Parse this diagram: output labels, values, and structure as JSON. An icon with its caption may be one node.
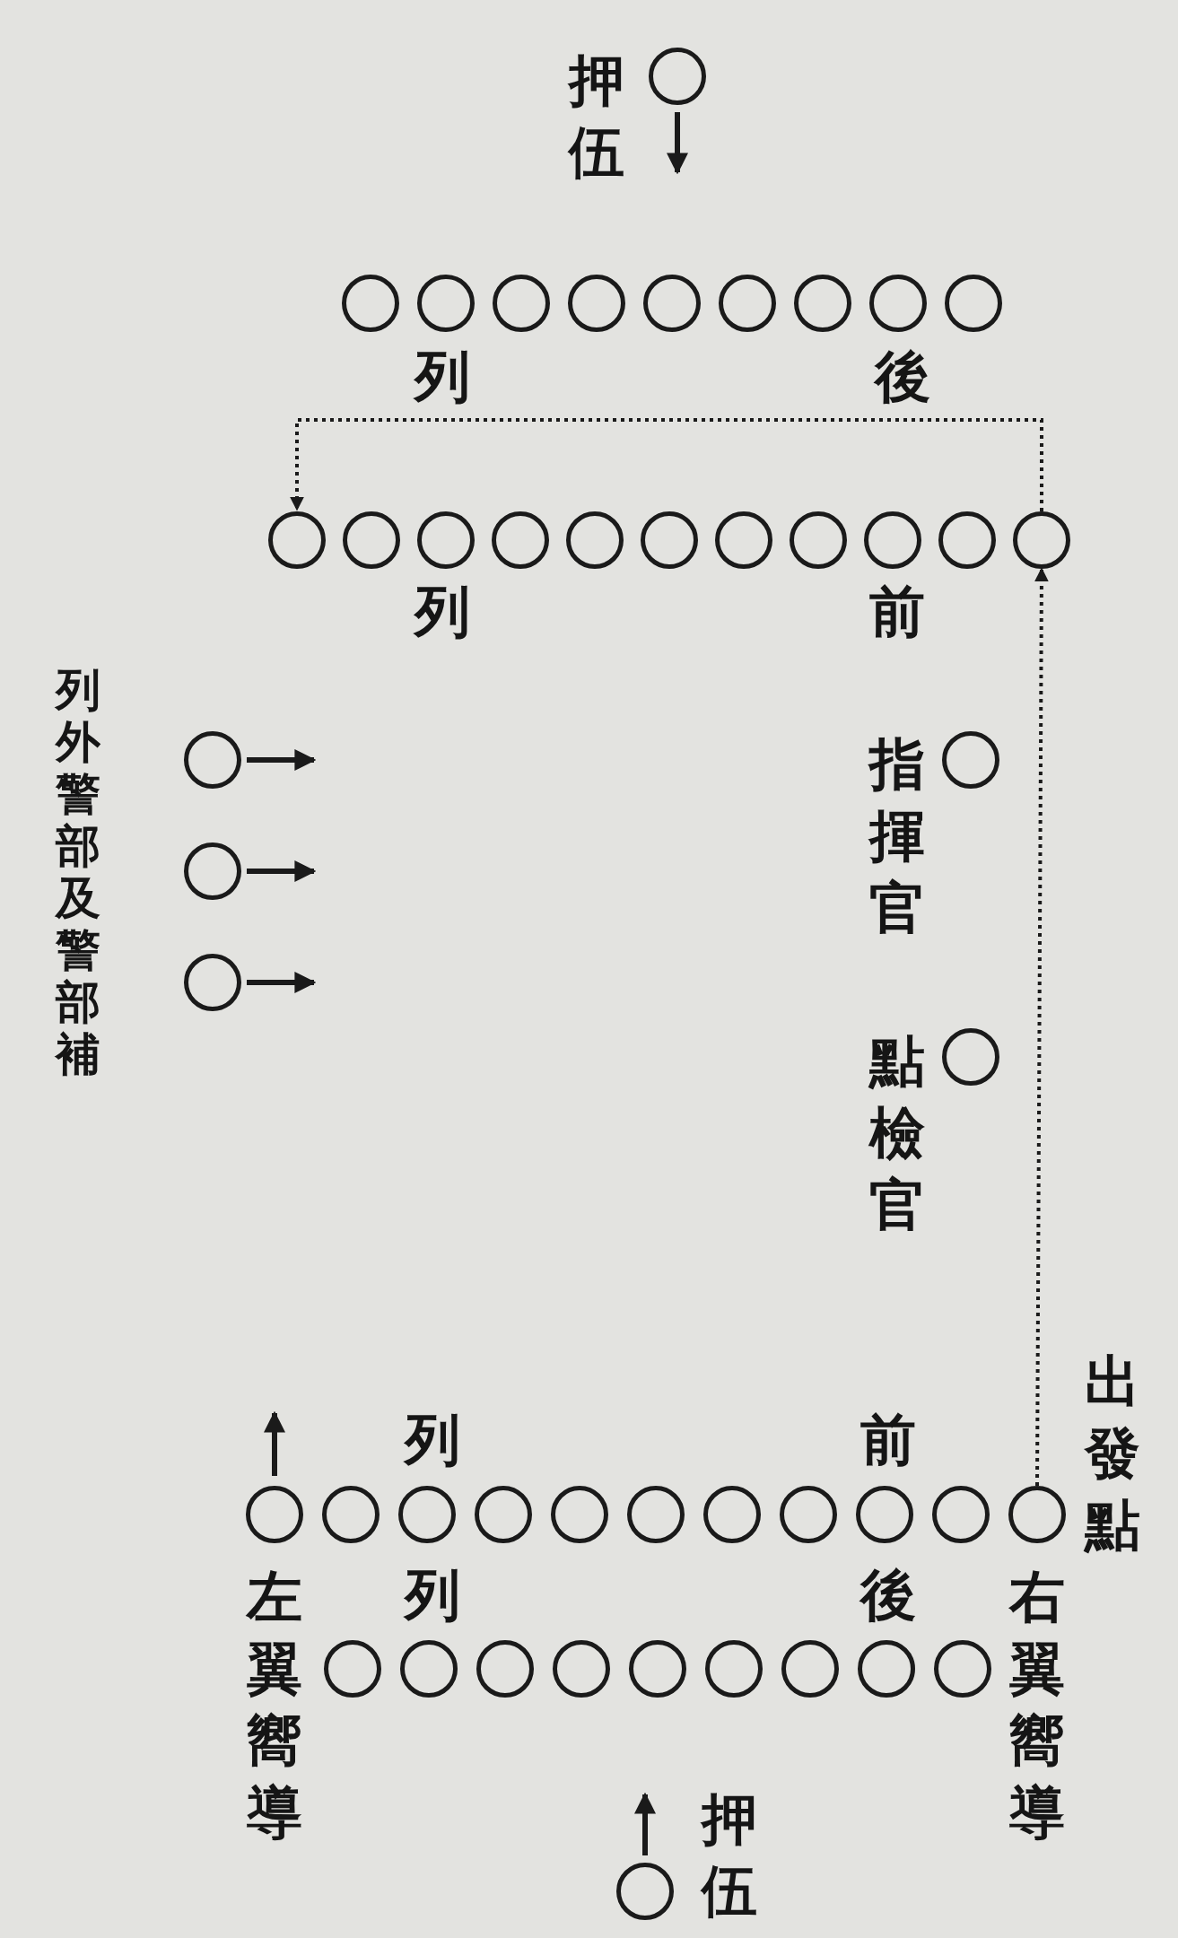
{
  "diagram": {
    "nodes": [
      {
        "text": [],
        "shape": "circle",
        "beside": [
          "押伍"
        ]
      },
      {
        "text": [],
        "shape": "circle"
      },
      {
        "text": [],
        "shape": "circle"
      },
      {
        "text": [],
        "shape": "circle"
      },
      {
        "text": [],
        "shape": "circle"
      },
      {
        "text": [],
        "shape": "circle"
      },
      {
        "text": [],
        "shape": "circle"
      },
      {
        "text": [],
        "shape": "circle"
      },
      {
        "text": [],
        "shape": "circle"
      },
      {
        "text": [],
        "shape": "circle"
      },
      {
        "text": [],
        "shape": "circle"
      },
      {
        "text": [],
        "shape": "circle"
      },
      {
        "text": [],
        "shape": "circle"
      },
      {
        "text": [],
        "shape": "circle"
      },
      {
        "text": [],
        "shape": "circle"
      },
      {
        "text": [],
        "shape": "circle"
      },
      {
        "text": [],
        "shape": "circle"
      },
      {
        "text": [],
        "shape": "circle"
      },
      {
        "text": [],
        "shape": "circle"
      },
      {
        "text": [],
        "shape": "circle"
      },
      {
        "text": [],
        "shape": "circle"
      },
      {
        "text": [],
        "shape": "circle"
      },
      {
        "text": [],
        "shape": "circle"
      },
      {
        "text": [],
        "shape": "circle"
      },
      {
        "text": [],
        "shape": "circle",
        "beside": [
          "指揮官"
        ]
      },
      {
        "text": [],
        "shape": "circle",
        "beside": [
          "點檢官"
        ]
      },
      {
        "text": [],
        "shape": "circle",
        "beside": [
          "左翼嚮導"
        ]
      },
      {
        "text": [],
        "shape": "circle"
      },
      {
        "text": [],
        "shape": "circle"
      },
      {
        "text": [],
        "shape": "circle"
      },
      {
        "text": [],
        "shape": "circle"
      },
      {
        "text": [],
        "shape": "circle"
      },
      {
        "text": [],
        "shape": "circle"
      },
      {
        "text": [],
        "shape": "circle"
      },
      {
        "text": [],
        "shape": "circle"
      },
      {
        "text": [],
        "shape": "circle"
      },
      {
        "text": [],
        "shape": "circle",
        "beside": [
          "出發點",
          "右翼嚮導"
        ]
      },
      {
        "text": [],
        "shape": "circle"
      },
      {
        "text": [],
        "shape": "circle"
      },
      {
        "text": [],
        "shape": "circle"
      },
      {
        "text": [],
        "shape": "circle"
      },
      {
        "text": [],
        "shape": "circle"
      },
      {
        "text": [],
        "shape": "circle"
      },
      {
        "text": [],
        "shape": "circle"
      },
      {
        "text": [],
        "shape": "circle"
      },
      {
        "text": [],
        "shape": "circle"
      },
      {
        "text": [],
        "shape": "circle",
        "beside": [
          "押伍"
        ]
      }
    ],
    "edges": [
      {
        "from": 36,
        "to": 20,
        "arrow": "to",
        "style": "dashed"
      },
      {
        "from": 20,
        "to": 10,
        "arrow": "to",
        "style": "dashed"
      }
    ],
    "labels": [
      "後",
      "列",
      "前",
      "列",
      "列外警部及警部補",
      "前",
      "列",
      "後",
      "列"
    ]
  }
}
